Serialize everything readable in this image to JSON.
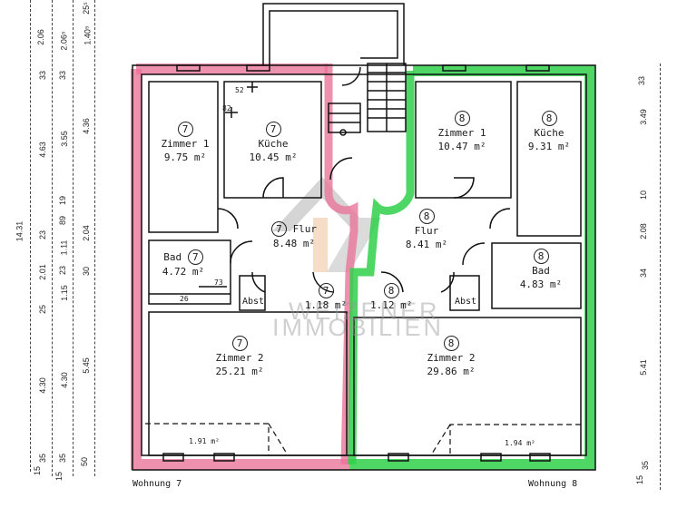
{
  "plan": {
    "wohnung_7": {
      "label": "Wohnung 7",
      "color": "#e8769a",
      "rooms": [
        {
          "id": "7",
          "name": "Zimmer 1",
          "area": "9.75 m²"
        },
        {
          "id": "7",
          "name": "Küche",
          "area": "10.45 m²"
        },
        {
          "id": "7",
          "name": "Flur",
          "area": "8.48 m²"
        },
        {
          "id": "7",
          "name": "Bad",
          "area": "4.72 m²"
        },
        {
          "id": "",
          "name": "Abst",
          "area": ""
        },
        {
          "id": "7",
          "name": "",
          "area": "1.18 m²"
        },
        {
          "id": "7",
          "name": "Zimmer 2",
          "area": "25.21 m²"
        },
        {
          "id": "",
          "name": "",
          "area": "1.91 m²"
        }
      ],
      "annotations": [
        "52",
        "82",
        "73",
        "26"
      ]
    },
    "wohnung_8": {
      "label": "Wohnung 8",
      "color": "#2fd04a",
      "rooms": [
        {
          "id": "8",
          "name": "Zimmer 1",
          "area": "10.47 m²"
        },
        {
          "id": "8",
          "name": "Küche",
          "area": "9.31 m²"
        },
        {
          "id": "8",
          "name": "Flur",
          "area": "8.41 m²"
        },
        {
          "id": "8",
          "name": "Bad",
          "area": "4.83 m²"
        },
        {
          "id": "",
          "name": "Abst",
          "area": ""
        },
        {
          "id": "8",
          "name": "",
          "area": "1.12 m²"
        },
        {
          "id": "8",
          "name": "Zimmer 2",
          "area": "29.86 m²"
        },
        {
          "id": "",
          "name": "",
          "area": "1.94 m²"
        }
      ]
    },
    "watermark": {
      "line1": "WEIZENER",
      "line2": "IMMOBILIEN"
    },
    "dimensions_left": {
      "col1": [
        "14.31"
      ],
      "col2": [
        "2.06",
        "33",
        "4.63",
        "23",
        "2.01",
        "25",
        "4.30",
        "15",
        "35"
      ],
      "col3": [
        "2.06⁵",
        "33",
        "3.55",
        "19",
        "89",
        "1.11",
        "23",
        "1.15",
        "4.30",
        "15",
        "35"
      ],
      "col4": [
        "25⁵",
        "1.40⁵",
        "4.36",
        "2.04",
        "30",
        "5.45",
        "50"
      ]
    },
    "dimensions_right": [
      "33",
      "3.49",
      "10",
      "2.08",
      "34",
      "5.41",
      "15",
      "35"
    ]
  }
}
